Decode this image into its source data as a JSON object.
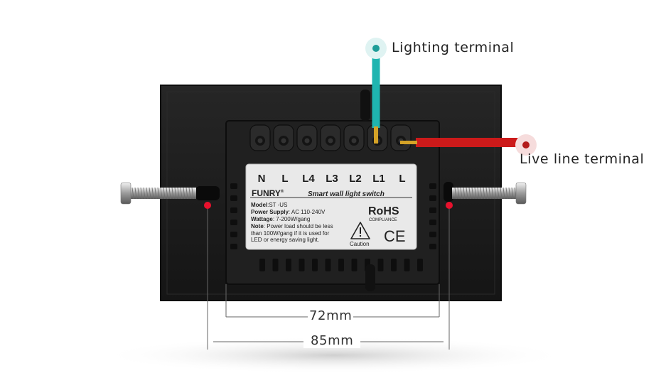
{
  "callouts": {
    "lighting_terminal": "Lighting terminal",
    "live_line_terminal": "Live line terminal"
  },
  "terminals": [
    "N",
    "L",
    "L4",
    "L3",
    "L2",
    "L1",
    "L"
  ],
  "label": {
    "brand": "FUNRY",
    "brand_mark": "®",
    "product": "Smart wall light switch",
    "model_key": "Model",
    "model_value": ":ST -US",
    "supply_key": "Power Supply",
    "supply_value": ": AC 110-240V",
    "wattage_key": "Wattage",
    "wattage_value": ": 7-200W/gang",
    "note_key": "Note",
    "note_line1": ": Power load should be less",
    "note_line2": "than 100W/gang if it is used for",
    "note_line3": "LED or energy saving light.",
    "rohs": "RoHS",
    "compliance": "COMPLIANCE",
    "caution": "Caution",
    "ce": "CE"
  },
  "dimensions": {
    "inner": "72mm",
    "outer": "85mm"
  },
  "colors": {
    "lighting_wire": "#1fb5b0",
    "live_wire": "#cc1a1a",
    "marker_red": "#e8112d",
    "panel": "#1b1b1b"
  }
}
